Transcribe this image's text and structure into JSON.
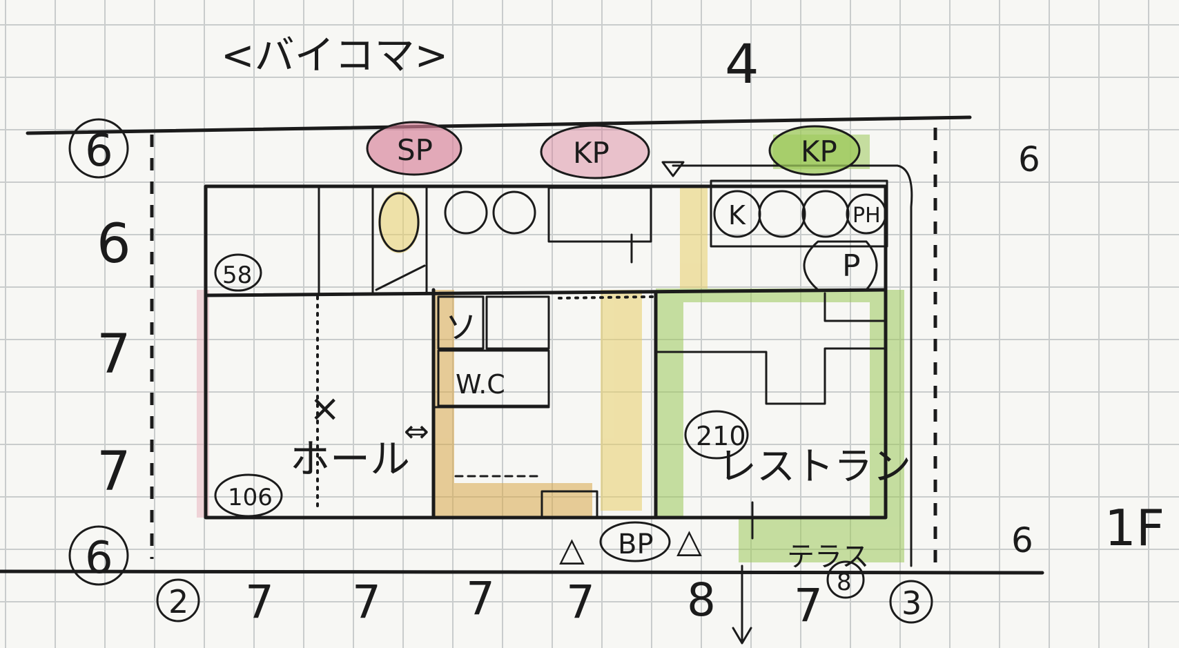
{
  "title": "<バイコマ>",
  "north_label": "4",
  "floor_label": "1F",
  "colors": {
    "ink": "#1b1b1b",
    "grid": "#c9cccc",
    "paper": "#f7f7f4",
    "pink": "#d77f98",
    "green": "#9cc85a",
    "yellow": "#e7cf69",
    "orange": "#d9a84a",
    "hall_pink": "#e9b7c0"
  },
  "rows": {
    "top_setback": "6",
    "top_setback_circle": "6",
    "row1": "6",
    "row2": "7",
    "row3": "7",
    "bottom_setback_circle": "6",
    "right_top": "6",
    "right_bottom": "6"
  },
  "columns": {
    "start_circle": "2",
    "spans": [
      "7",
      "7",
      "7",
      "7",
      "8",
      "7"
    ],
    "end_circle": "3"
  },
  "badges": {
    "sp": "SP",
    "kp_top": "KP",
    "kp_green": "KP",
    "bp": "BP"
  },
  "rooms": {
    "hall": "ホール",
    "hall_area": "106",
    "hall_x": "×",
    "room_58": "58",
    "wc": "W.C",
    "restaurant": "レストラン",
    "restaurant_area": "210",
    "terrace": "テラス",
    "arrow": "⇔",
    "small_kana": "ソ"
  },
  "circles": {
    "k": "K",
    "p": "P",
    "ph": "PH",
    "dp": "P"
  },
  "small_marks": {
    "triangle": "△",
    "small_circle": "8"
  }
}
